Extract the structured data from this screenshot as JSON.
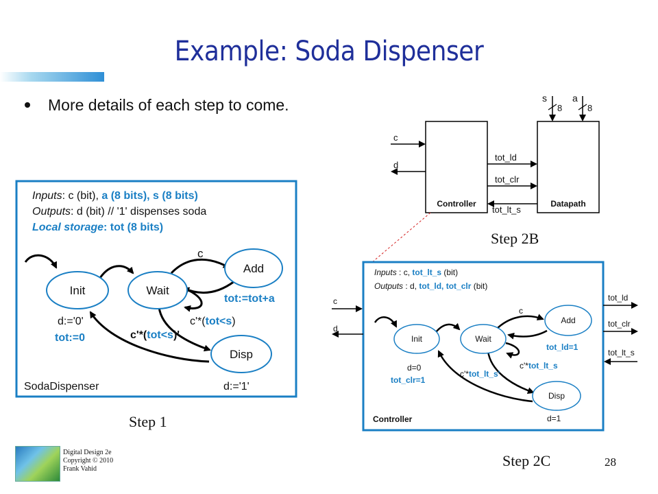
{
  "title": "Example: Soda Dispenser",
  "bullet": "More details of each step to come.",
  "colors": {
    "title": "#1f2f9a",
    "accent_blue": "#1a7fc4",
    "frame": "#1a7fc4",
    "arrow_red": "#d42020"
  },
  "step1": {
    "caption": "Step 1",
    "inputs_label": "Inputs",
    "inputs_black": ": c (bit), ",
    "inputs_blue": "a (8 bits), s (8 bits)",
    "outputs_label": "Outputs",
    "outputs_text": ": d (bit)  // '1' dispenses soda",
    "local_label": "Local storage",
    "local_text": ": tot (8 bits)",
    "states": {
      "init": "Init",
      "wait": "Wait",
      "add": "Add",
      "disp": "Disp"
    },
    "c_label": "c",
    "tot_assign": "tot:=tot+a",
    "init_d": "d:='0'",
    "init_tot": "tot:=0",
    "cond_self_black": "c'*(",
    "cond_self_blue": "tot<s",
    "cond_self_end": ")",
    "cond_disp_black1": "c'*(",
    "cond_disp_blue": "tot<s",
    "cond_disp_black2": ")'",
    "machine_name": "SodaDispenser",
    "disp_d": "d:='1'"
  },
  "step2b": {
    "caption": "Step 2B",
    "in_s": "s",
    "in_a": "a",
    "bus_width_s": "8",
    "bus_width_a": "8",
    "port_c": "c",
    "port_d": "d",
    "sig_tot_ld": "tot_ld",
    "sig_tot_clr": "tot_clr",
    "sig_tot_lt_s": "tot_lt_s",
    "controller": "Controller",
    "datapath": "Datapath"
  },
  "step2c": {
    "caption": "Step 2C",
    "inputs_label": "Inputs",
    "inputs_a": " : c, ",
    "inputs_blue": "tot_lt_s",
    "inputs_b": " (bit)",
    "outputs_label": "Outputs",
    "outputs_a": " : d, ",
    "outputs_blue": "tot_ld, tot_clr",
    "outputs_b": " (bit)",
    "port_c": "c",
    "port_d": "d",
    "out_tot_ld": "tot_ld",
    "out_tot_clr": "tot_clr",
    "in_tot_lt_s": "tot_lt_s",
    "states": {
      "init": "Init",
      "wait": "Wait",
      "add": "Add",
      "disp": "Disp"
    },
    "c_label": "c",
    "add_action": "tot_ld=1",
    "self_cond_black": "c'*",
    "self_cond_blue": "tot_lt_s",
    "disp_cond_black": "c'*",
    "disp_cond_blue": "tot_lt_s'",
    "init_d": "d=0",
    "init_clr": "tot_clr=1",
    "disp_d": "d=1",
    "name": "Controller"
  },
  "footer": {
    "line1": "Digital Design 2e",
    "line2": "Copyright © 2010",
    "line3": "Frank Vahid"
  },
  "page_number": "28"
}
